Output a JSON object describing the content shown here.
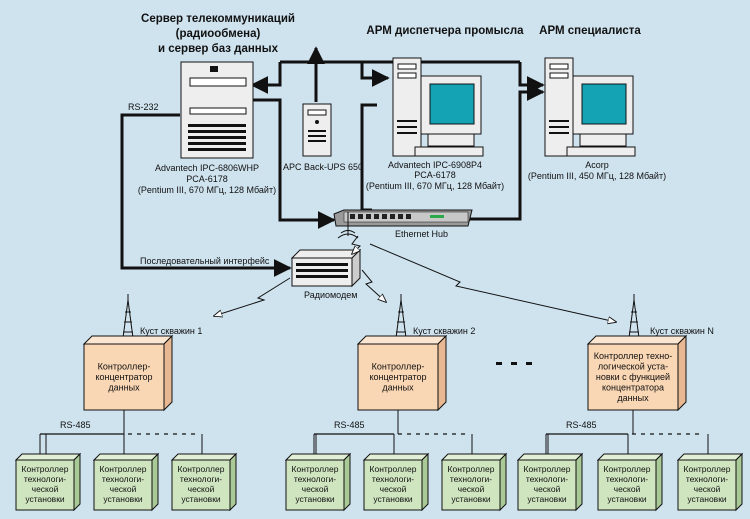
{
  "server": {
    "title_lines": [
      "Сервер телекоммуникаций",
      "(радиообмена)",
      "и сервер баз данных"
    ],
    "model_lines": [
      "Advantech IPC-6806WHP",
      "PCA-6178",
      "(Pentium III, 670 МГц, 128 Мбайт)"
    ]
  },
  "arm_dispatcher": {
    "title": "АРМ диспетчера промысла",
    "model_lines": [
      "Advantech IPC-6908P4",
      "PCA-6178",
      "(Pentium III, 670 МГц, 128 Мбайт)"
    ]
  },
  "arm_specialist": {
    "title": "АРМ специалиста",
    "model_lines": [
      "Acorp",
      "(Pentium III, 450 МГц, 128 Мбайт)"
    ]
  },
  "ups_label": "APC Back-UPS 650",
  "hub_label": "Ethernet Hub",
  "rs232_label": "RS-232",
  "serial_label": "Последовательный интерфейс",
  "radiomodem_label": "Радиомодем",
  "clusters": [
    {
      "name": "Куст скважин 1",
      "box_lines": [
        "Контроллер-",
        "концентратор",
        "данных"
      ],
      "bus": "RS-485",
      "leaves": [
        [
          "Контроллер",
          "технологи-",
          "ческой",
          "установки"
        ],
        [
          "Контроллер",
          "технологи-",
          "ческой",
          "установки"
        ],
        [
          "Контроллер",
          "технологи-",
          "ческой",
          "установки"
        ]
      ]
    },
    {
      "name": "Куст скважин 2",
      "box_lines": [
        "Контроллер-",
        "концентратор",
        "данных"
      ],
      "bus": "RS-485",
      "leaves": [
        [
          "Контроллер",
          "технологи-",
          "ческой",
          "установки"
        ],
        [
          "Контроллер",
          "технологи-",
          "ческой",
          "установки"
        ],
        [
          "Контроллер",
          "технологи-",
          "ческой",
          "установки"
        ]
      ]
    },
    {
      "name": "Куст скважин N",
      "box_lines": [
        "Контроллер техно-",
        "логической уста-",
        "новки с функцией",
        "концентратора",
        "данных"
      ],
      "bus": "RS-485",
      "leaves": [
        [
          "Контроллер",
          "технологи-",
          "ческой",
          "установки"
        ],
        [
          "Контроллер",
          "технологи-",
          "ческой",
          "установки"
        ],
        [
          "Контроллер",
          "технологи-",
          "ческой",
          "установки"
        ]
      ]
    }
  ],
  "colors": {
    "background": "#cfe3ef",
    "box_fill": "#f9d6b4",
    "leaf_fill": "#cfe5bf",
    "device_fill": "#ececec",
    "screen": "#14a3b4",
    "line": "#111111"
  }
}
